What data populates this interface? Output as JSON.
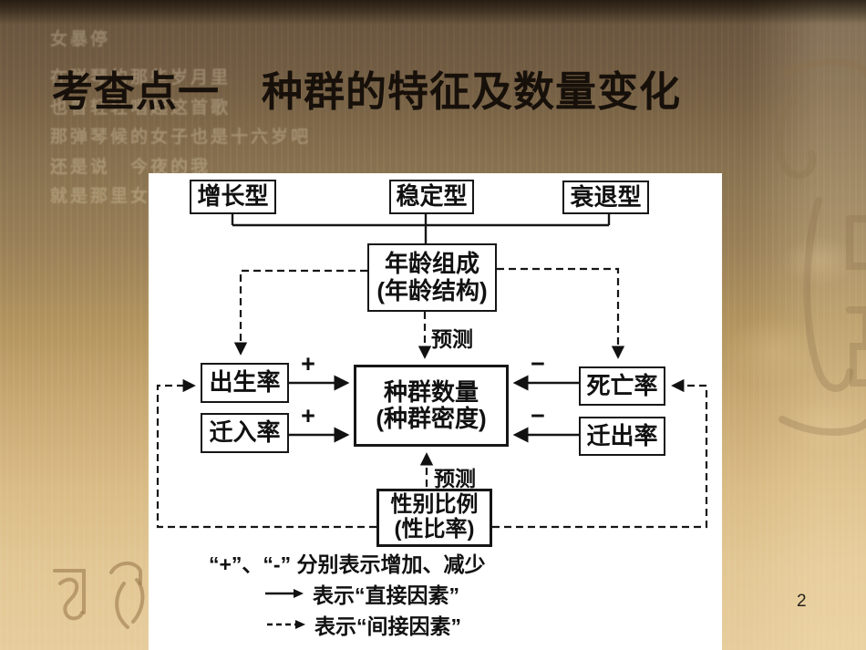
{
  "title": "考查点一　种群的特征及数量变化",
  "page_number": "2",
  "diagram": {
    "top_boxes": [
      {
        "label": "增长型"
      },
      {
        "label": "稳定型"
      },
      {
        "label": "衰退型"
      }
    ],
    "age_box": {
      "line1": "年龄组成",
      "line2": "(年龄结构)"
    },
    "population_box": {
      "line1": "种群数量",
      "line2": "(种群密度)"
    },
    "sex_box": {
      "line1": "性别比例",
      "line2": "(性比率)"
    },
    "birth_box": "出生率",
    "immigration_box": "迁入率",
    "death_box": "死亡率",
    "emigration_box": "迁出率",
    "predict_label_top": "预测",
    "predict_label_bottom": "预测",
    "plus_sign": "+",
    "minus_sign": "−",
    "legend": {
      "line1": "“+”、“-” 分别表示增加、减少",
      "line2": "表示“直接因素”",
      "line3": "表示“间接因素”"
    }
  },
  "background": {
    "watermark_lines": [
      "女暴停",
      "在弹琴的那些岁月里",
      "也曾轻轻唱起这首歌",
      "那弹琴候的女子也是十六岁吧",
      "还是说　今夜的我",
      "就是那里女子"
    ],
    "colors": {
      "background_top": "#4a3b29",
      "background_bottom": "#e7cd9c",
      "panel": "#ffffff",
      "ink": "#161616",
      "title": "#17100a"
    }
  }
}
